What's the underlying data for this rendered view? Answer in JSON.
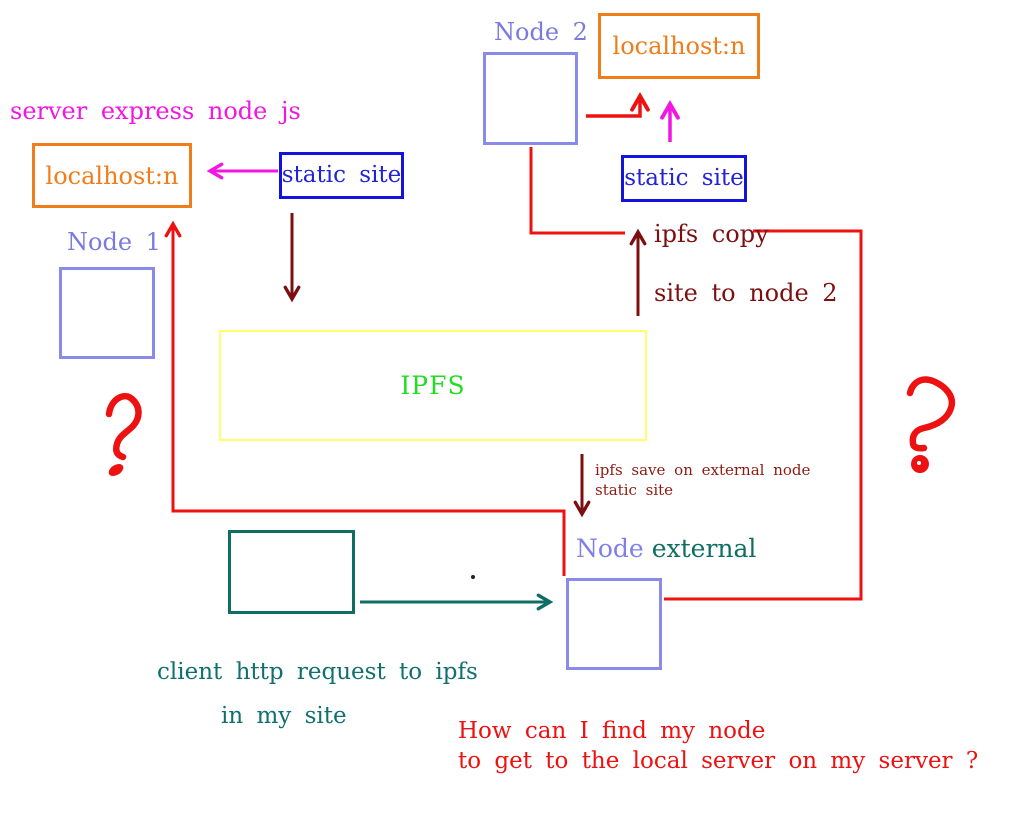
{
  "diagram_title": "hand-drawn diagram of IPFS nodes, static sites and local servers",
  "colors": {
    "magenta": "#f316e2",
    "orange": "#ef7d1a",
    "blue_box": "#1313dc",
    "blue_text": "#2222d6",
    "purple_label": "#7a7ae0",
    "purple_box_border": "#8a8ae8",
    "maroon": "#7c1010",
    "maroon_small_text": "#8e1b11",
    "red": "#ed1111",
    "yellow": "#ffff6e",
    "green": "#22dd22",
    "teal": "#0e6e64"
  },
  "labels": {
    "server_express": "server express node js",
    "localhost_left": "localhost:n",
    "static_site_left": "static site",
    "node1": "Node 1",
    "node2": "Node 2",
    "localhost_right": "localhost:n",
    "static_site_right": "static site",
    "ipfs": "IPFS",
    "ipfs_copy": "ipfs copy",
    "site_to_node2": "site to node 2",
    "ipfs_save_line1": "ipfs save on external node",
    "ipfs_save_line2": "static site",
    "node_external_node": "Node",
    "node_external_external": "external",
    "client_http_request": "client http request to ipfs",
    "in_my_site": "in my site",
    "question_line1": "How can I find my node",
    "question_line2": "to get to the local server on my server ?"
  },
  "icons": {
    "question_mark_left": "hand-drawn red question mark",
    "question_mark_right": "hand-drawn red question mark"
  }
}
